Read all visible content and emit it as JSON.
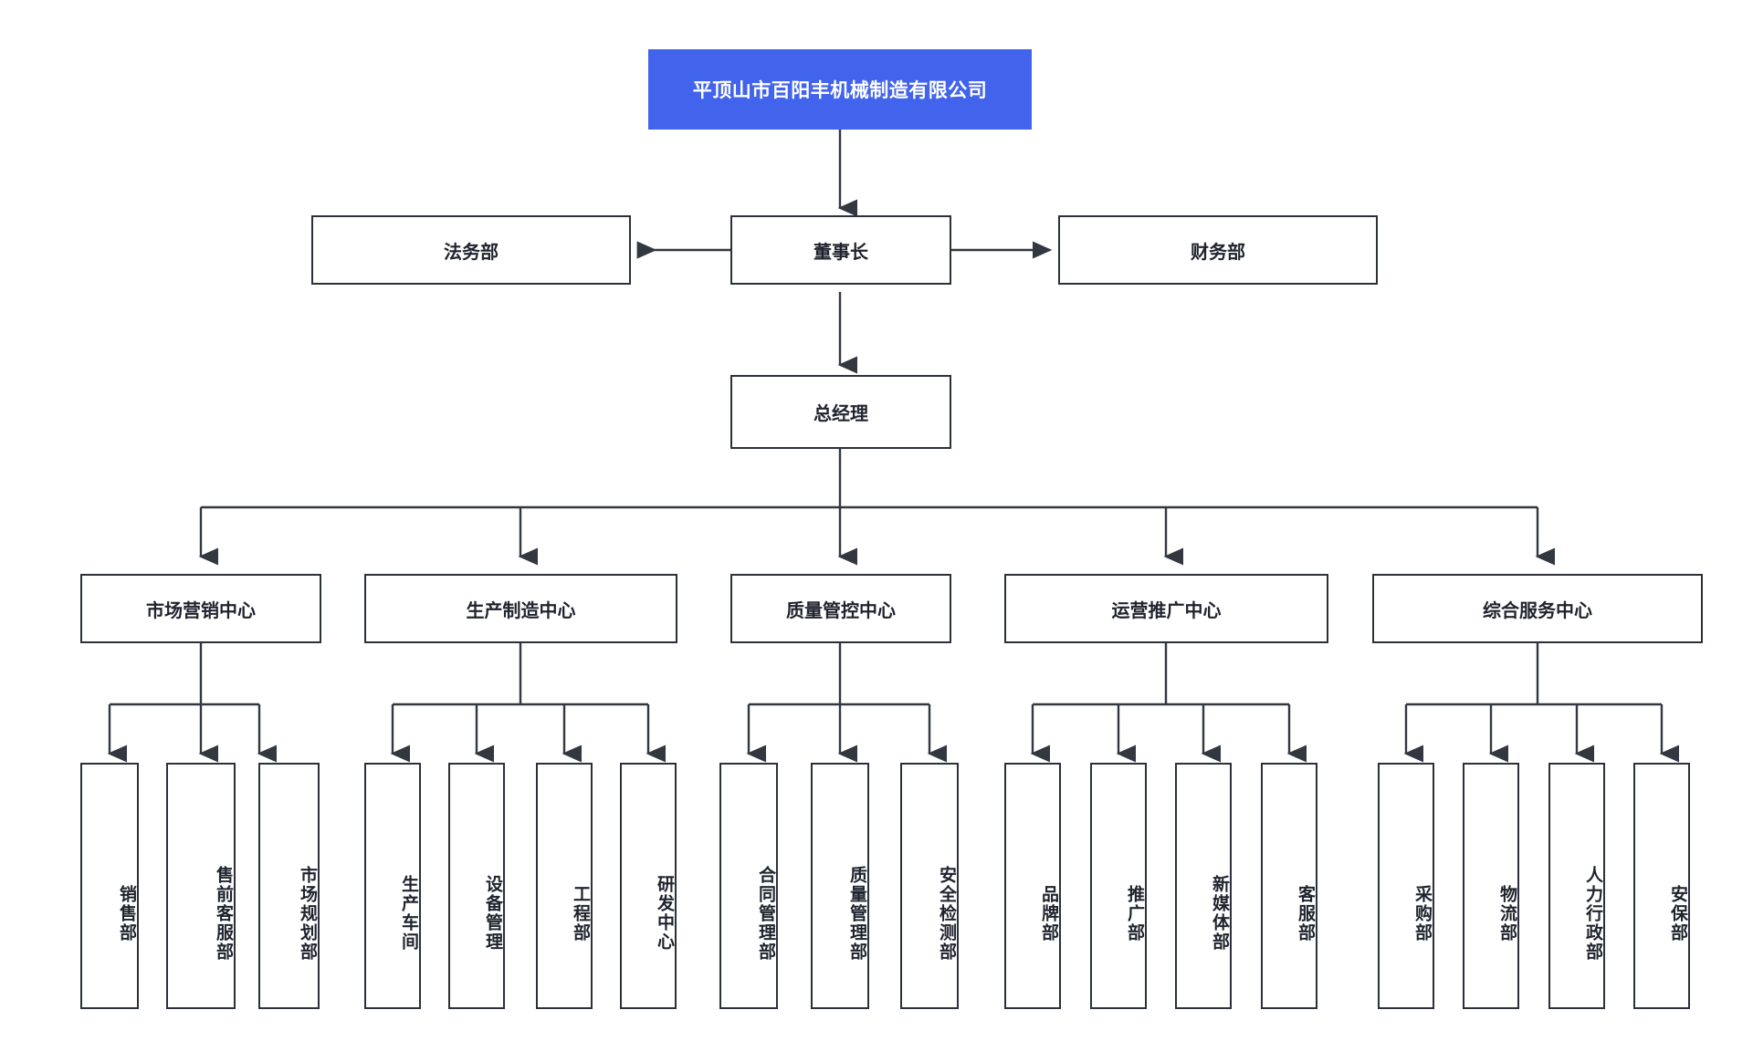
{
  "chart_data": {
    "type": "diagram",
    "diagram_kind": "organization-chart",
    "title": "平顶山市百阳丰机械制造有限公司",
    "orientation": "top-down",
    "colors": {
      "root_fill": "#4263eb",
      "root_text": "#ffffff",
      "node_border": "#2b303b",
      "node_fill": "#ffffff",
      "node_text": "#1f232d",
      "link": "#333840",
      "background": "#ffffff"
    },
    "levels": [
      {
        "level": 1,
        "nodes": [
          "平顶山市百阳丰机械制造有限公司"
        ]
      },
      {
        "level": 2,
        "nodes": [
          "法务部",
          "董事长",
          "财务部"
        ]
      },
      {
        "level": 3,
        "nodes": [
          "总经理"
        ]
      },
      {
        "level": 4,
        "nodes": [
          "市场营销中心",
          "生产制造中心",
          "质量管控中心",
          "运营推广中心",
          "综合服务中心"
        ]
      },
      {
        "level": 5,
        "nodes": [
          "销售部",
          "售前客服部",
          "市场规划部",
          "生产车间",
          "设备管理",
          "工程部",
          "研发中心",
          "合同管理部",
          "质量管理部",
          "安全检测部",
          "品牌部",
          "推广部",
          "新媒体部",
          "客服部",
          "采购部",
          "物流部",
          "人力行政部",
          "安保部"
        ]
      }
    ],
    "edges": [
      {
        "from": "平顶山市百阳丰机械制造有限公司",
        "to": "董事长",
        "style": "arrow-down"
      },
      {
        "from": "董事长",
        "to": "法务部",
        "style": "arrow-left"
      },
      {
        "from": "董事长",
        "to": "财务部",
        "style": "arrow-right"
      },
      {
        "from": "董事长",
        "to": "总经理",
        "style": "arrow-down"
      },
      {
        "from": "总经理",
        "to": "市场营销中心",
        "style": "elbow-down"
      },
      {
        "from": "总经理",
        "to": "生产制造中心",
        "style": "elbow-down"
      },
      {
        "from": "总经理",
        "to": "质量管控中心",
        "style": "elbow-down"
      },
      {
        "from": "总经理",
        "to": "运营推广中心",
        "style": "elbow-down"
      },
      {
        "from": "总经理",
        "to": "综合服务中心",
        "style": "elbow-down"
      },
      {
        "from": "市场营销中心",
        "to": "销售部",
        "style": "elbow-down"
      },
      {
        "from": "市场营销中心",
        "to": "售前客服部",
        "style": "elbow-down"
      },
      {
        "from": "市场营销中心",
        "to": "市场规划部",
        "style": "elbow-down"
      },
      {
        "from": "生产制造中心",
        "to": "生产车间",
        "style": "elbow-down"
      },
      {
        "from": "生产制造中心",
        "to": "设备管理",
        "style": "elbow-down"
      },
      {
        "from": "生产制造中心",
        "to": "工程部",
        "style": "elbow-down"
      },
      {
        "from": "生产制造中心",
        "to": "研发中心",
        "style": "elbow-down"
      },
      {
        "from": "质量管控中心",
        "to": "合同管理部",
        "style": "elbow-down"
      },
      {
        "from": "质量管控中心",
        "to": "质量管理部",
        "style": "elbow-down"
      },
      {
        "from": "质量管控中心",
        "to": "安全检测部",
        "style": "elbow-down"
      },
      {
        "from": "运营推广中心",
        "to": "品牌部",
        "style": "elbow-down"
      },
      {
        "from": "运营推广中心",
        "to": "推广部",
        "style": "elbow-down"
      },
      {
        "from": "运营推广中心",
        "to": "新媒体部",
        "style": "elbow-down"
      },
      {
        "from": "运营推广中心",
        "to": "客服部",
        "style": "elbow-down"
      },
      {
        "from": "综合服务中心",
        "to": "采购部",
        "style": "elbow-down"
      },
      {
        "from": "综合服务中心",
        "to": "物流部",
        "style": "elbow-down"
      },
      {
        "from": "综合服务中心",
        "to": "人力行政部",
        "style": "elbow-down"
      },
      {
        "from": "综合服务中心",
        "to": "安保部",
        "style": "elbow-down"
      }
    ]
  },
  "root": {
    "label": "平顶山市百阳丰机械制造有限公司"
  },
  "executive": {
    "chairman": "董事长",
    "legal": "法务部",
    "finance": "财务部",
    "general_manager": "总经理"
  },
  "centers": [
    {
      "label": "市场营销中心"
    },
    {
      "label": "生产制造中心"
    },
    {
      "label": "质量管控中心"
    },
    {
      "label": "运营推广中心"
    },
    {
      "label": "综合服务中心"
    }
  ],
  "departments": [
    {
      "label": "销售部"
    },
    {
      "label": "售前客服部"
    },
    {
      "label": "市场规划部"
    },
    {
      "label": "生产车间"
    },
    {
      "label": "设备管理"
    },
    {
      "label": "工程部"
    },
    {
      "label": "研发中心"
    },
    {
      "label": "合同管理部"
    },
    {
      "label": "质量管理部"
    },
    {
      "label": "安全检测部"
    },
    {
      "label": "品牌部"
    },
    {
      "label": "推广部"
    },
    {
      "label": "新媒体部"
    },
    {
      "label": "客服部"
    },
    {
      "label": "采购部"
    },
    {
      "label": "物流部"
    },
    {
      "label": "人力行政部"
    },
    {
      "label": "安保部"
    }
  ]
}
